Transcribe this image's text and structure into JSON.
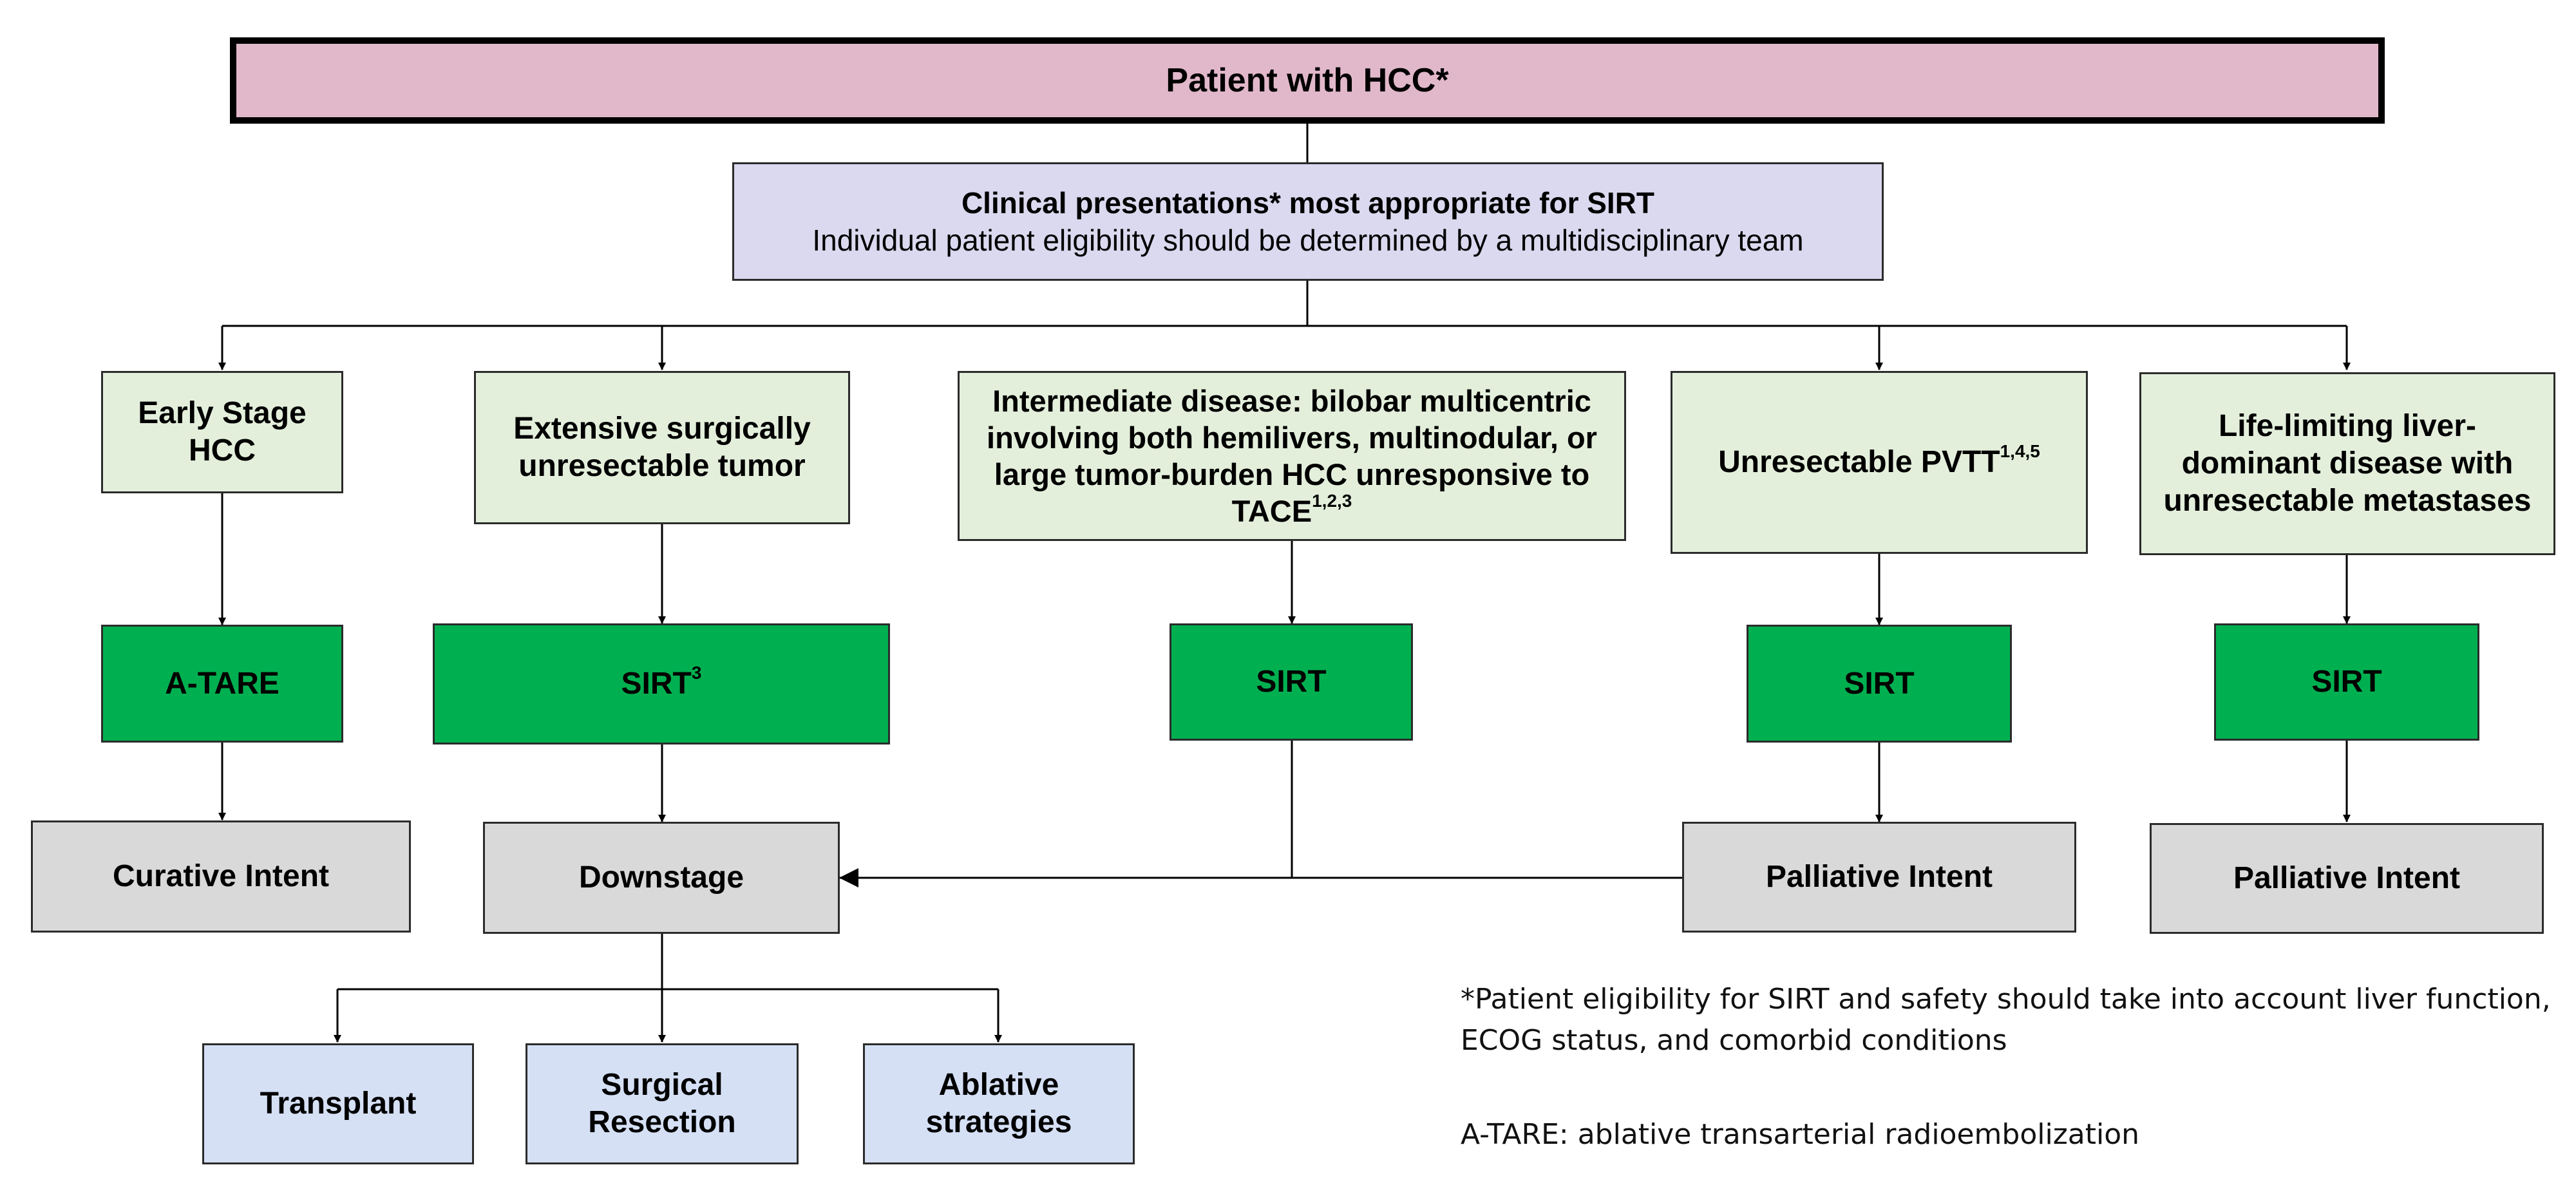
{
  "title": "Patient with HCC*",
  "clinical": {
    "heading": "Clinical presentations* most appropriate for SIRT",
    "subheading": "Individual patient eligibility should be determined by a multidisciplinary team"
  },
  "presentations": {
    "early": "Early Stage HCC",
    "extensive": "Extensive surgically unresectable tumor",
    "intermediate": "Intermediate disease: bilobar multicentric involving both hemilivers, multinodular, or large tumor-burden HCC unresponsive to TACE",
    "intermediate_sup": "1,2,3",
    "pvtt": "Unresectable PVTT",
    "pvtt_sup": "1,4,5",
    "lifelimiting": "Life-limiting liver-dominant disease with unresectable metastases"
  },
  "treatments": {
    "atare": "A-TARE",
    "sirt_extensive": "SIRT",
    "sirt_extensive_sup": "3",
    "sirt_intermediate": "SIRT",
    "sirt_pvtt": "SIRT",
    "sirt_lifelimiting": "SIRT"
  },
  "outcomes": {
    "curative": "Curative Intent",
    "downstage": "Downstage",
    "palliative_pvtt": "Palliative Intent",
    "palliative_life": "Palliative Intent"
  },
  "downstage_options": {
    "transplant": "Transplant",
    "resection": "Surgical Resection",
    "ablative": "Ablative strategies"
  },
  "notes": {
    "eligibility": "*Patient eligibility for SIRT and safety should take into account liver function, ECOG status, and comorbid conditions",
    "atare_def": "A-TARE: ablative transarterial radioembolization"
  },
  "colors": {
    "title_bg": "#e1b8ca",
    "clinical_bg": "#dbd9ef",
    "presentation_bg": "#e3efdb",
    "treatment_bg": "#00b050",
    "outcome_bg": "#d9d9d9",
    "option_bg": "#d5e0f5"
  }
}
